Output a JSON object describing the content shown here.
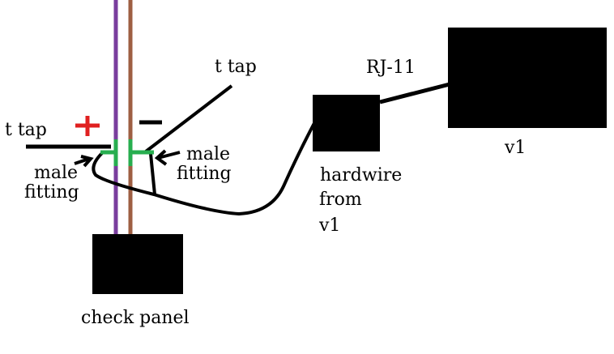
{
  "labels": {
    "t_tap_left": "t tap",
    "t_tap_top": "t tap",
    "plus": "+",
    "minus": "−",
    "male_fitting_left_1": "male",
    "male_fitting_left_2": "fitting",
    "male_fitting_right_1": "male",
    "male_fitting_right_2": "fitting",
    "rj11": "RJ-11",
    "v1": "v1",
    "hardwire_1": "hardwire",
    "hardwire_2": "from",
    "hardwire_3": "v1",
    "check_panel": "check panel"
  },
  "colors": {
    "wire_positive": "#7a3e9d",
    "wire_negative": "#9e5f43",
    "fitting": "#27ae4f",
    "plus_sign": "#e02020",
    "ink": "#000000"
  }
}
